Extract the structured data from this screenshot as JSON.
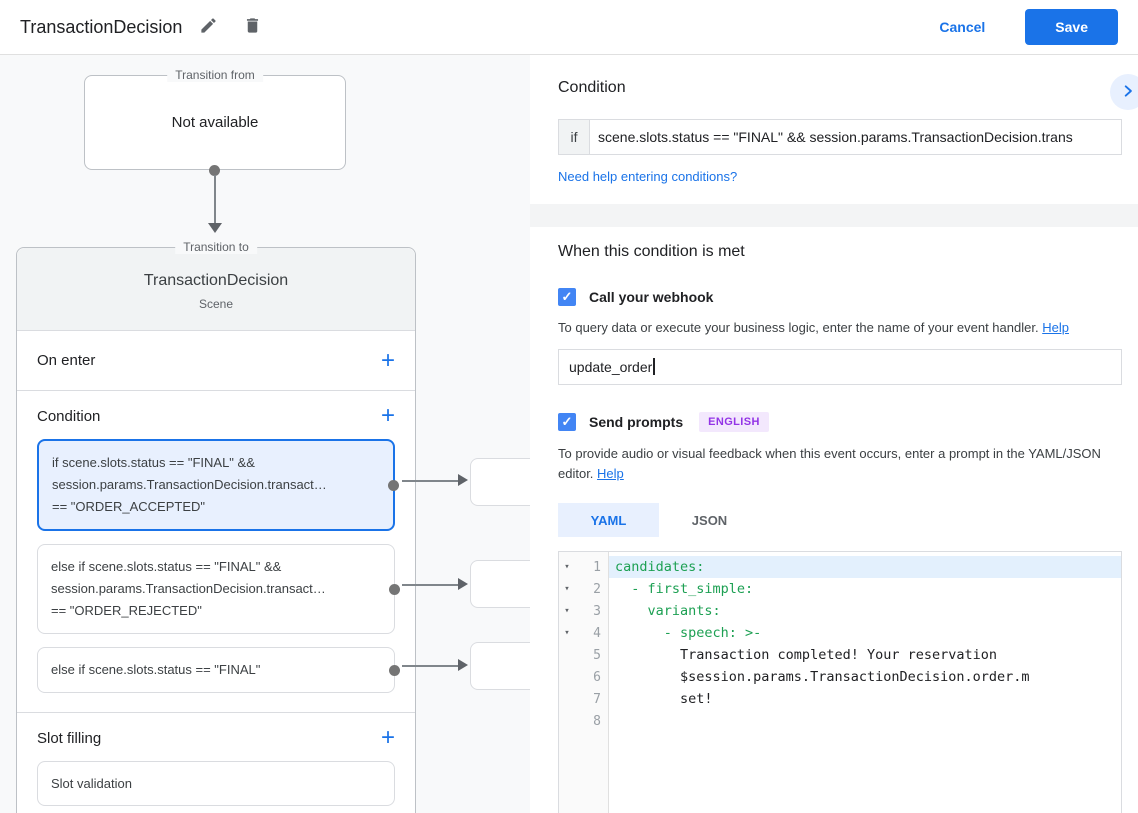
{
  "topbar": {
    "title": "TransactionDecision",
    "cancel_label": "Cancel",
    "save_label": "Save"
  },
  "colors": {
    "accent_blue": "#1a73e8",
    "checkbox_blue": "#4285f4",
    "selected_condition_bg": "#e8f0fe",
    "badge_bg": "#f3e8fd",
    "badge_text": "#9334e6",
    "code_key_green": "#1da053",
    "code_highlight_bg": "#e3f0fd",
    "panel_bg": "#f8f9fa"
  },
  "diagram": {
    "transition_from": {
      "legend": "Transition from",
      "content": "Not available"
    },
    "transition_to": {
      "legend": "Transition to",
      "scene_name": "TransactionDecision",
      "scene_type": "Scene",
      "on_enter_label": "On enter",
      "condition_label": "Condition",
      "slot_filling_label": "Slot filling",
      "slot_validation_label": "Slot validation",
      "condition_items": [
        {
          "selected": true,
          "lines": [
            "if scene.slots.status == \"FINAL\" &&",
            "session.params.TransactionDecision.transact…",
            "== \"ORDER_ACCEPTED\""
          ]
        },
        {
          "selected": false,
          "lines": [
            "else if scene.slots.status == \"FINAL\" &&",
            "session.params.TransactionDecision.transact…",
            "== \"ORDER_REJECTED\""
          ]
        },
        {
          "selected": false,
          "lines": [
            "else if scene.slots.status == \"FINAL\""
          ]
        }
      ]
    }
  },
  "panel": {
    "condition": {
      "title": "Condition",
      "if_label": "if",
      "expression": "scene.slots.status == \"FINAL\" && session.params.TransactionDecision.trans",
      "help_link": "Need help entering conditions?"
    },
    "when_met": {
      "title": "When this condition is met",
      "webhook": {
        "label": "Call your webhook",
        "checked": "✓",
        "description": "To query data or execute your business logic, enter the name of your event handler.",
        "help_label": "Help",
        "handler_value": "update_order"
      },
      "prompts": {
        "label": "Send prompts",
        "checked": "✓",
        "badge": "ENGLISH",
        "description": "To provide audio or visual feedback when this event occurs, enter a prompt in the YAML/JSON editor.",
        "help_label": "Help"
      },
      "editor": {
        "tabs": {
          "yaml": "YAML",
          "json": "JSON"
        },
        "active_tab": "YAML",
        "lines": [
          {
            "num": 1,
            "text": "candidates:"
          },
          {
            "num": 2,
            "text": "  - first_simple:"
          },
          {
            "num": 3,
            "text": "    variants:"
          },
          {
            "num": 4,
            "text": "      - speech: >-"
          },
          {
            "num": 5,
            "text": "        Transaction completed! Your reservation"
          },
          {
            "num": 6,
            "text": "        $session.params.TransactionDecision.order.m"
          },
          {
            "num": 7,
            "text": "        set!"
          },
          {
            "num": 8,
            "text": ""
          }
        ]
      }
    }
  }
}
